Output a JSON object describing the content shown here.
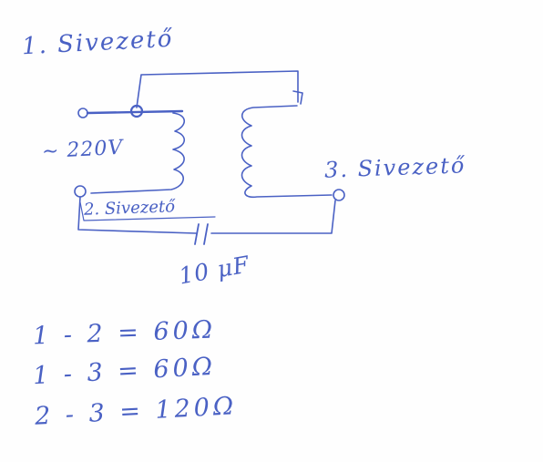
{
  "labels": {
    "terminal_1": "1. Sivezető",
    "terminal_2": "2. Sivezető",
    "terminal_3": "3. Sivezető",
    "supply_voltage": "~ 220V",
    "capacitor": "10 μF"
  },
  "measurements": [
    "1 - 2 = 60Ω",
    "1 - 3 = 60Ω",
    "2 - 3 = 120Ω"
  ],
  "colors": {
    "ink": "#4a61c4",
    "paper": "#fefefe"
  }
}
